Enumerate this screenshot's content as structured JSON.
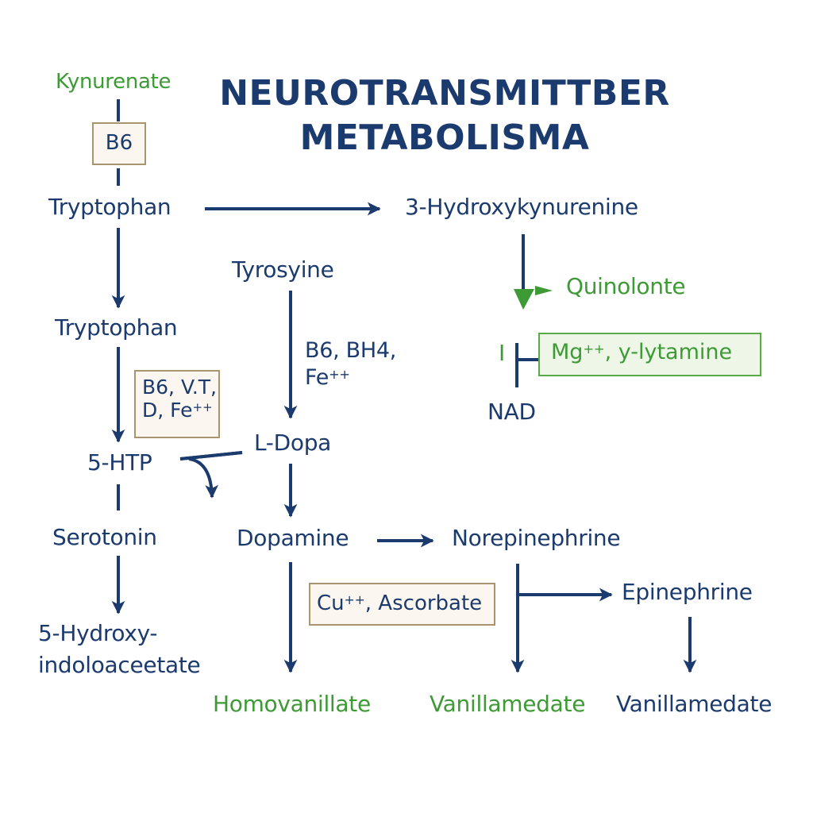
{
  "title": {
    "line1": "NEUROTRANSMITTBER",
    "line2": "METABOLISMA"
  },
  "colors": {
    "primary": "#1b3a6e",
    "green": "#3d9a35",
    "cofactor_border": "#a89570",
    "cofactor_fill": "#fbf6ef",
    "green_box_fill": "#eef6e8"
  },
  "nodes": {
    "kynurenate": "Kynurenate",
    "tryptophan_top": "Tryptophan",
    "hydroxykynurenine": "3-Hydroxykynurenine",
    "tyrosine": "Tyrosyine",
    "quinolonte": "Quinolonte",
    "tryptophan_mid": "Tryptophan",
    "inhibit_mark": "I",
    "nad": "NAD",
    "l_dopa": "L-Dopa",
    "five_htp": "5-HTP",
    "serotonin": "Serotonin",
    "dopamine": "Dopamine",
    "norepinephrine": "Norepinephrine",
    "epinephrine": "Epinephrine",
    "hiaa_line1": "5-Hydroxy-",
    "hiaa_line2": "indoloaceetate",
    "homovanillate": "Homovanillate",
    "vanillamedate_green": "Vanillamedate",
    "vanillamedate_blue": "Vanillamedate"
  },
  "cofactors": {
    "b6_top": "B6",
    "tyrosine_cof_line1": "B6, BH4,",
    "tyrosine_cof_line2": "Fe",
    "tyrosine_cof_sup": "++",
    "trp_cof_line1": "B6, V.T,",
    "trp_cof_line2": "D, Fe",
    "trp_cof_sup": "++",
    "mg_prefix": "Mg",
    "mg_sup": "++",
    "mg_rest": ", y-lytamine",
    "cu_prefix": "Cu",
    "cu_sup": "++",
    "cu_rest": ", Ascorbate"
  }
}
